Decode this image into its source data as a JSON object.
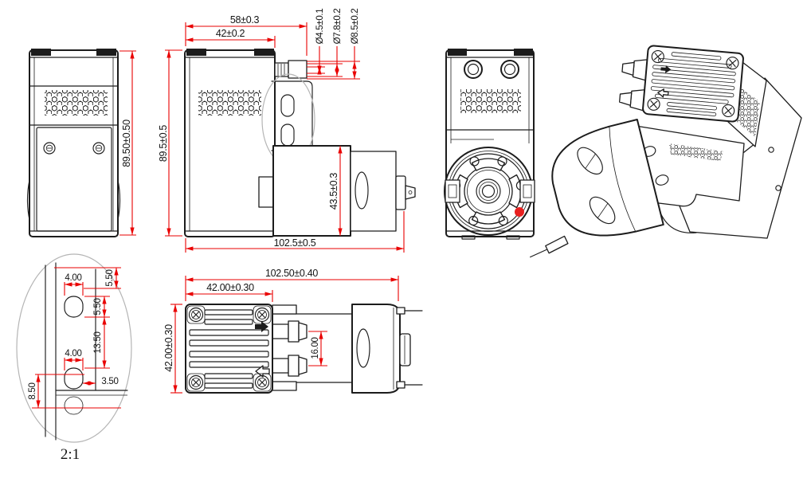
{
  "colors": {
    "dimension_line": "#e90000",
    "part_line": "#1c1c1c",
    "detail_ellipse": "#b5b5b5",
    "indicator_dot": "#e8201f",
    "background": "#ffffff"
  },
  "views": {
    "side": {
      "height": "89.50±0.50"
    },
    "assembly_side": {
      "height": "89.5±0.5",
      "width_with_port": "58±0.3",
      "body_width": "42±0.2",
      "port_bore": "Ø4.5±0.1",
      "port_od": "Ø7.8±0.2",
      "port_collar_od": "Ø8.5±0.2",
      "motor_dia": "43.5±0.3",
      "overall_length": "102.5±0.5"
    },
    "assembly_top": {
      "overall_length": "102.50±0.40",
      "head_width": "42.00±0.30",
      "head_depth": "42.00±0.30",
      "port_spacing": "16.00"
    },
    "detail": {
      "scale": "2:1",
      "top_slot_width": "4.00",
      "edge_to_slot": "5.50",
      "slot_length": "5.50",
      "slot_pitch": "13.50",
      "bottom_slot_width": "4.00",
      "slot_to_edge": "3.50",
      "bottom_offset": "8.50"
    }
  }
}
